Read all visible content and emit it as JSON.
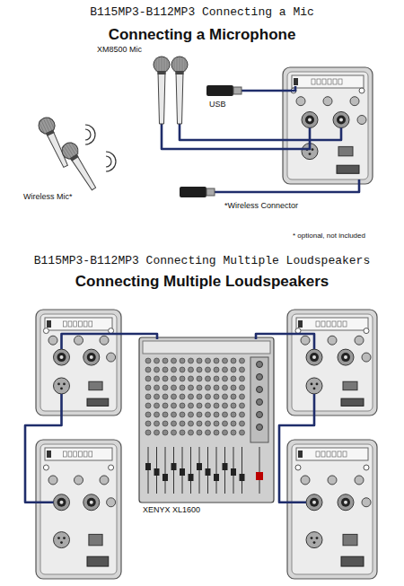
{
  "diagram": {
    "title": "B115MP3-B112MP3 Connecting a Mic",
    "nodes": [
      {
        "text": [
          "XENYX XL1600"
        ]
      }
    ],
    "edges": [],
    "labels": [
      "Connecting a Microphone",
      "XM8500 Mic",
      "USB",
      "Wireless Mic*",
      "*Wireless Connector",
      "* optional, not included",
      "B115MP3-B112MP3 Connecting Multiple Loudspeakers",
      "Connecting Multiple Loudspeakers"
    ]
  }
}
